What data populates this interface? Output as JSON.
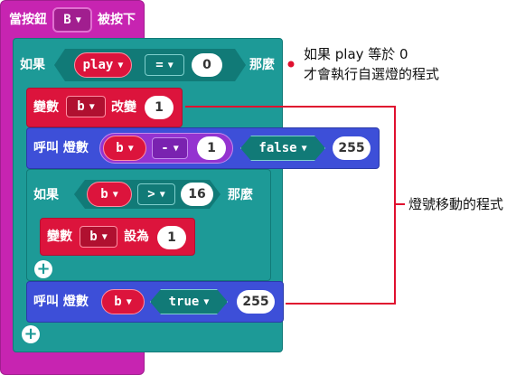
{
  "event": {
    "label": "當按鈕",
    "button": "B",
    "suffix": "被按下"
  },
  "if1": {
    "if_label": "如果",
    "var": "play",
    "op": "=",
    "value": "0",
    "then_label": "那麼"
  },
  "change": {
    "label": "變數",
    "var": "b",
    "action": "改變",
    "value": "1"
  },
  "call1": {
    "label": "呼叫 燈數",
    "var": "b",
    "op": "-",
    "value": "1",
    "bool": "false",
    "num": "255"
  },
  "if2": {
    "if_label": "如果",
    "var": "b",
    "op": ">",
    "value": "16",
    "then_label": "那麼"
  },
  "set": {
    "label": "變數",
    "var": "b",
    "action": "設為",
    "value": "1"
  },
  "call2": {
    "label": "呼叫 燈數",
    "var": "b",
    "bool": "true",
    "num": "255"
  },
  "annotations": {
    "note1_line1": "如果 play 等於 0",
    "note1_line2": "才會執行自選燈的程式",
    "note2": "燈號移動的程式"
  },
  "colors": {
    "event": "#c724b1",
    "logic": "#1d9a97",
    "variable": "#dc143c",
    "light": "#3d4fd8",
    "math": "#9433d0",
    "annotation": "#e0102f"
  }
}
